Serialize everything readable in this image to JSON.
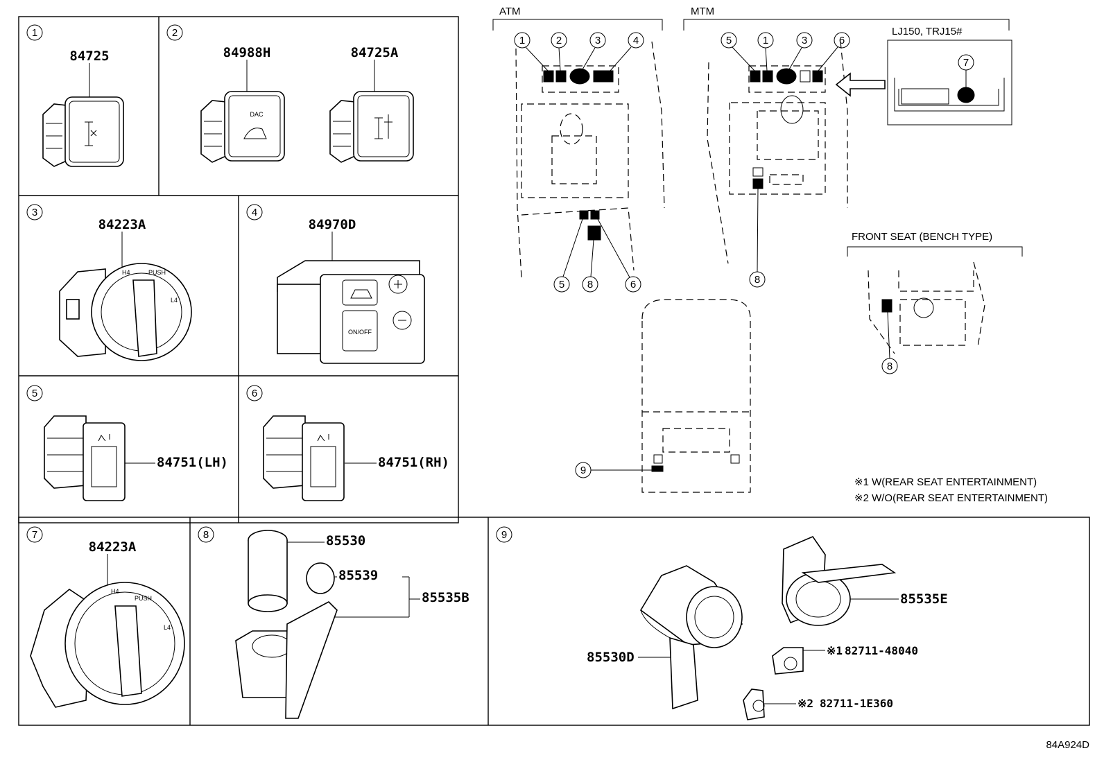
{
  "cells": [
    {
      "num": "1",
      "parts": [
        "84725"
      ]
    },
    {
      "num": "2",
      "parts": [
        "84988H",
        "84725A"
      ]
    },
    {
      "num": "3",
      "parts": [
        "84223A"
      ]
    },
    {
      "num": "4",
      "parts": [
        "84970D"
      ]
    },
    {
      "num": "5",
      "parts": [
        "84751(LH)"
      ]
    },
    {
      "num": "6",
      "parts": [
        "84751(RH)"
      ]
    },
    {
      "num": "7",
      "parts": [
        "84223A"
      ]
    },
    {
      "num": "8",
      "parts": [
        "85530",
        "85539",
        "85535B"
      ]
    },
    {
      "num": "9",
      "parts": [
        "85535E",
        "85530D",
        "82711-48040",
        "82711-1E360"
      ]
    }
  ],
  "switch_text": {
    "dac": "DAC",
    "on_off": "ON/OFF",
    "h4": "H4",
    "push": "PUSH",
    "l4": "L4"
  },
  "layout_views": {
    "atm": {
      "label": "ATM",
      "callouts": [
        "1",
        "2",
        "3",
        "4",
        "5",
        "8",
        "6"
      ]
    },
    "mtm": {
      "label": "MTM",
      "callouts": [
        "5",
        "1",
        "3",
        "6",
        "8"
      ]
    },
    "lj150": {
      "label": "LJ150, TRJ15#",
      "callouts": [
        "7"
      ]
    },
    "bench": {
      "label": "FRONT SEAT (BENCH TYPE)",
      "callouts": [
        "8"
      ]
    },
    "rear": {
      "callouts": [
        "9"
      ]
    }
  },
  "notes": {
    "note1": "※1 W(REAR SEAT ENTERTAINMENT)",
    "note2": "※2 W/O(REAR SEAT ENTERTAINMENT)",
    "mark1": "※1",
    "mark2": "※2"
  },
  "diagram_code": "84A924D"
}
